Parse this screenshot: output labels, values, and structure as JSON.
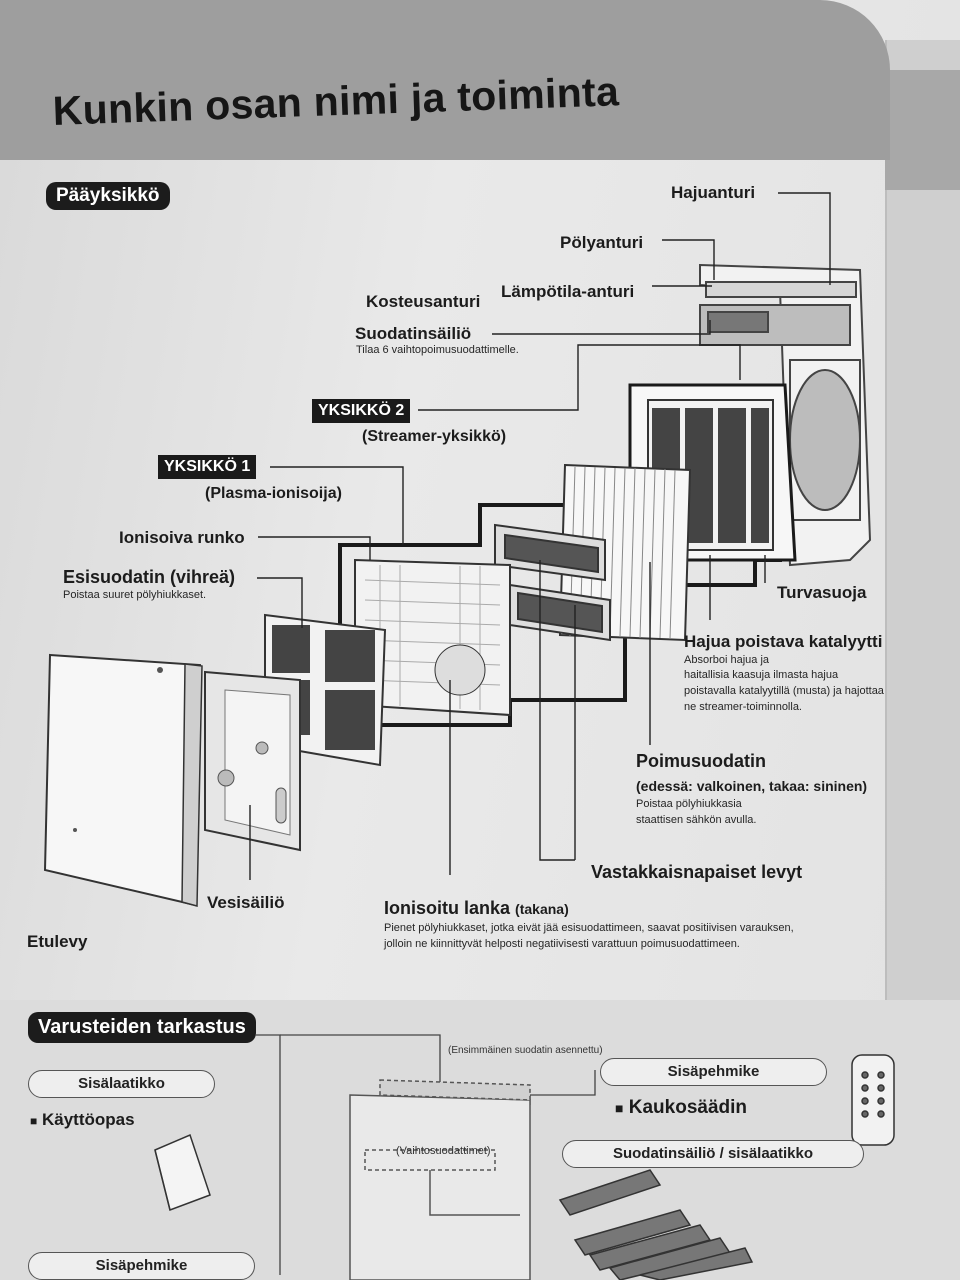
{
  "header": {
    "title": "Kunkin osan nimi ja toiminta"
  },
  "main_unit": {
    "badge": "Pääyksikkö",
    "labels": {
      "hajuanturi": "Hajuanturi",
      "polyanturi": "Pölyanturi",
      "kosteusanturi": "Kosteusanturi",
      "lampotila": "Lämpötila-anturi",
      "suodatinsailio": "Suodatinsäiliö",
      "suodatinsailio_sub": "Tilaa 6 vaihtopoimusuodattimelle.",
      "yksikko2": "YKSIKKÖ 2",
      "yksikko2_sub": "(Streamer-yksikkö)",
      "yksikko1": "YKSIKKÖ 1",
      "yksikko1_sub": "(Plasma-ionisoija)",
      "ionisoiva": "Ionisoiva runko",
      "esisuodatin": "Esisuodatin (vihreä)",
      "esisuodatin_sub": "Poistaa suuret pölyhiukkaset.",
      "turvasuoja": "Turvasuoja",
      "hajua": "Hajua poistava katalyytti",
      "hajua_sub1": "Absorboi hajua ja",
      "hajua_sub2": "haitallisia kaasuja ilmasta hajua",
      "hajua_sub3": "poistavalla katalyytillä (musta) ja hajottaa",
      "hajua_sub4": "ne streamer-toiminnolla.",
      "poimu": "Poimusuodatin",
      "poimu_sub": "(edessä: valkoinen, takaa: sininen)",
      "poimu_sub1": "Poistaa pölyhiukkasia",
      "poimu_sub2": "staattisen sähkön avulla.",
      "vastakkais": "Vastakkaisnapaiset levyt",
      "ionisoitu": "Ionisoitu lanka",
      "ionisoitu_tail": "(takana)",
      "ionisoitu_sub1": "Pienet pölyhiukkaset, jotka eivät jää esisuodattimeen, saavat positiivisen varauksen,",
      "ionisoitu_sub2": "jolloin ne kiinnittyvät helposti negatiivisesti varattuun poimusuodattimeen.",
      "vesisailio": "Vesisäiliö",
      "etulevy": "Etulevy"
    }
  },
  "accessories": {
    "badge": "Varusteiden tarkastus",
    "sisalaatikko": "Sisälaatikko",
    "kayttoopas": "Käyttöopas",
    "ensimmainen": "(Ensimmäinen suodatin asennettu)",
    "sisapehmike": "Sisäpehmike",
    "kaukosaadin": "Kaukosäädin",
    "suodatinsailio": "Suodatinsäiliö / sisälaatikko",
    "vaihto": "(Vaihtosuodattimet)",
    "sisapehmike2": "Sisäpehmike"
  },
  "colors": {
    "header_band": "#9e9e9e",
    "badge": "#1c1c1c",
    "text": "#1c1c1c"
  }
}
